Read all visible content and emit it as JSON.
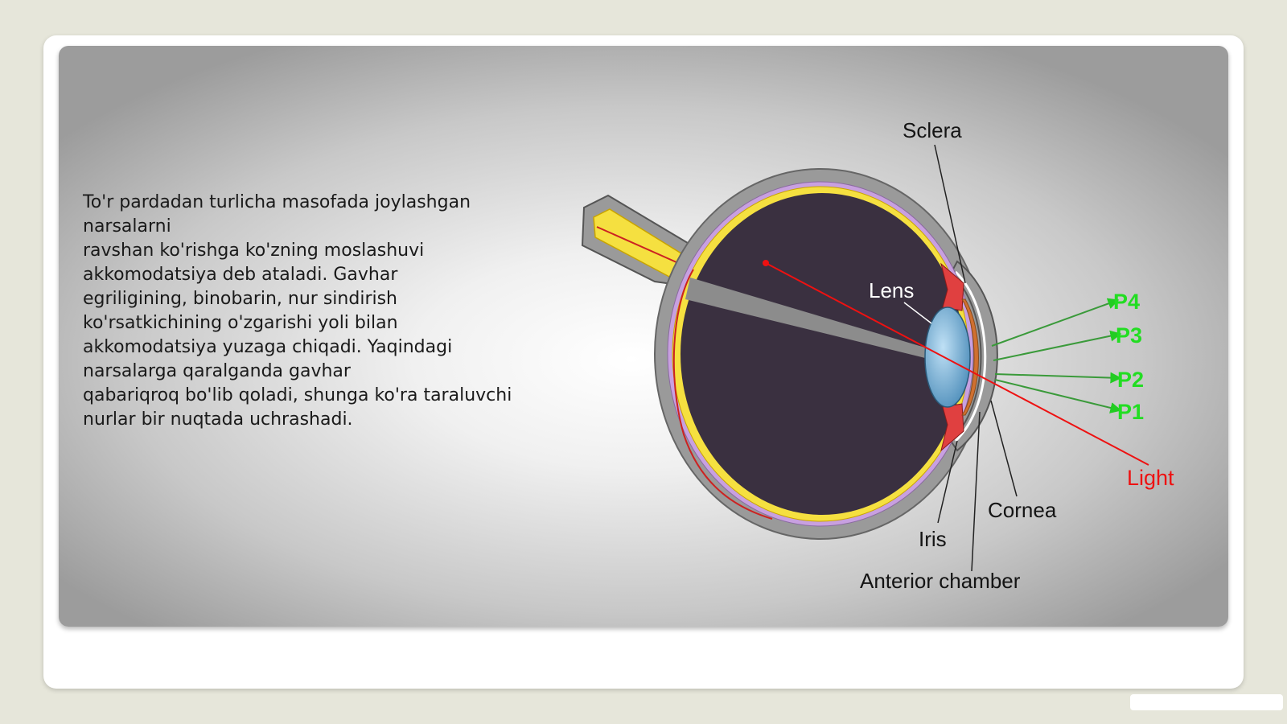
{
  "slide": {
    "paragraph_lines": [
      "To'r pardadan turlicha masofada joylashgan",
      "narsalarni",
      "ravshan ko'rishga ko'zning moslashuvi",
      "akkomodatsiya deb ataladi. Gavhar",
      "egriligining, binobarin, nur sindirish",
      "ko'rsatkichining o'zgarishi yoli bilan",
      "akkomodatsiya yuzaga chiqadi. Yaqindagi",
      "narsalarga qaralganda gavhar",
      "qabariqroq bo'lib qoladi, shunga ko'ra taraluvchi",
      "nurlar bir nuqtada uchrashadi."
    ]
  },
  "diagram": {
    "labels": {
      "sclera": "Sclera",
      "lens": "Lens",
      "cornea": "Cornea",
      "iris": "Iris",
      "anterior_chamber": "Anterior chamber",
      "light": "Light",
      "p4": "P4",
      "p3": "P3",
      "p2": "P2",
      "p1": "P1"
    },
    "colors": {
      "eyeball": "#3a3040",
      "sclera": "#9a9a9a",
      "retina": "#f5e040",
      "choroid": "#c8a0e0",
      "lens": "#6aa6cc",
      "iris": "#e04040",
      "cornea": "#d07030",
      "light_ray": "#ee1111",
      "reflection_rays": "#3a9a3a",
      "reflection_labels": "#22dd22"
    }
  }
}
